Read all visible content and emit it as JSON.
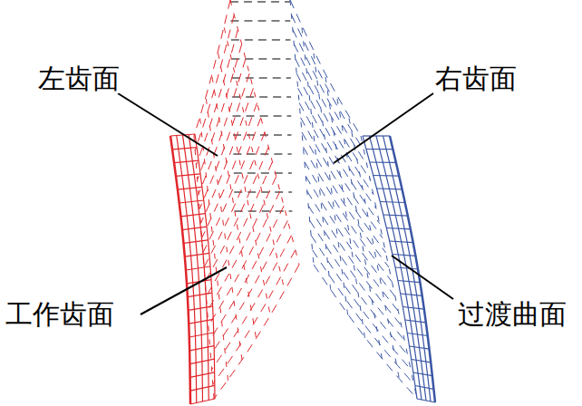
{
  "diagram": {
    "labels": [
      "左齿面",
      "右齿面",
      "工作齿面",
      "过渡曲面"
    ]
  }
}
